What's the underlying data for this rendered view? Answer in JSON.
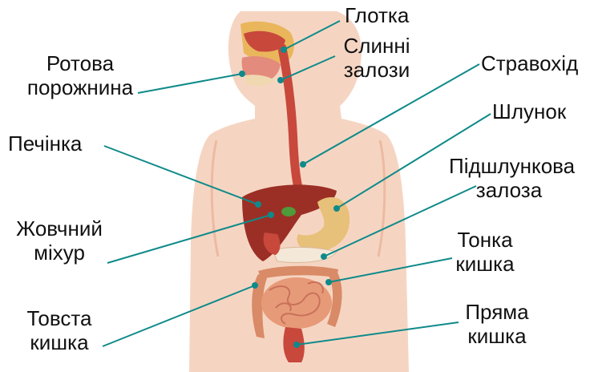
{
  "colors": {
    "leader_line": "#0f8a8a",
    "skin": "#f2c7ad",
    "skin_shade": "#e7a98b",
    "organ_red": "#c8483c",
    "liver": "#9b2f25",
    "intestine": "#e79a78",
    "stomach": "#e7c07a"
  },
  "labels": {
    "pharynx": [
      "Глотка"
    ],
    "salivary": [
      "Слинні",
      "залози"
    ],
    "mouth": [
      "Ротова",
      "порожнина"
    ],
    "esophagus": [
      "Стравохід"
    ],
    "stomach": [
      "Шлунок"
    ],
    "liver": [
      "Печінка"
    ],
    "pancreas": [
      "Підшлункова",
      "залоза"
    ],
    "gallbladder": [
      "Жовчний",
      "міхур"
    ],
    "small_intestine": [
      "Тонка",
      "кишка"
    ],
    "large_intestine": [
      "Товста",
      "кишка"
    ],
    "rectum": [
      "Пряма",
      "кишка"
    ]
  }
}
